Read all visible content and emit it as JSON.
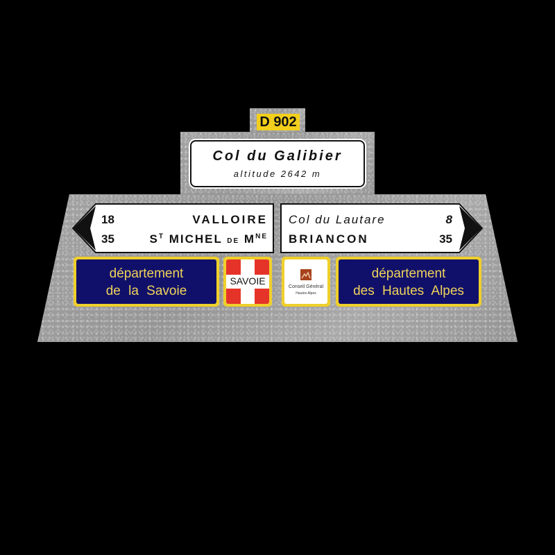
{
  "route": {
    "number": "D 902",
    "color": "#f2cf1c"
  },
  "summit": {
    "name": "Col du Galibier",
    "altitude": "altitude 2642 m"
  },
  "left_sign": {
    "direction": "left",
    "rows": [
      {
        "distance": "18",
        "destination": "VALLOIRE"
      },
      {
        "distance": "35",
        "destination_parts": [
          "S",
          "T",
          " MICHEL ",
          "DE",
          " M",
          "NE"
        ]
      }
    ]
  },
  "right_sign": {
    "direction": "right",
    "rows": [
      {
        "destination": "Col du Lautare",
        "distance": "8"
      },
      {
        "destination": "BRIANCON",
        "distance": "35"
      }
    ]
  },
  "departments": {
    "left": {
      "line1": "département",
      "line2": "de la Savoie"
    },
    "right": {
      "line1": "département",
      "line2": "des Hautes Alpes"
    },
    "panel_color": "#10106b",
    "text_color": "#f0d35a",
    "border_color": "#f0cf2a"
  },
  "logos": {
    "savoie": {
      "label": "SAVOIE",
      "flag_color": "#e5332a"
    },
    "hautes_alpes": {
      "line1": "Conseil Général",
      "line2": "Hautes Alpes",
      "icon": "mountain-icon",
      "icon_color": "#a6421c"
    }
  }
}
